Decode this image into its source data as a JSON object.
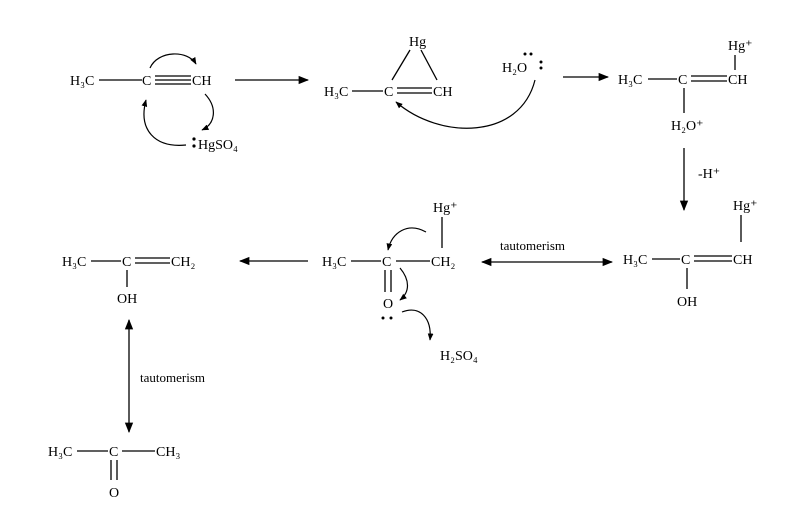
{
  "scheme": {
    "alkyne": {
      "ch3": "H₃C",
      "c": "C",
      "ch": "CH"
    },
    "hgso4": "HgSO₄",
    "cyclic_intermediate": {
      "ch3": "H₃C",
      "c": "C",
      "ch": "CH",
      "hg": "Hg"
    },
    "water": "H₂O",
    "oxonium_adduct": {
      "ch3": "H₃C",
      "c": "C",
      "ch": "CH",
      "hg": "Hg⁺",
      "h2o": "H₂O⁺"
    },
    "deprotonation": "-H⁺",
    "enol_hg": {
      "ch3": "H₃C",
      "c": "C",
      "ch": "CH",
      "hg": "Hg⁺",
      "oh": "OH"
    },
    "tautomerism_1": "tautomerism",
    "keto_hg": {
      "ch3": "H₃C",
      "c": "C",
      "ch2": "CH₂",
      "hg": "Hg⁺",
      "o": "O"
    },
    "byproduct": "H₂SO₄",
    "enol": {
      "ch3": "H₃C",
      "c": "C",
      "ch2": "CH₂",
      "oh": "OH"
    },
    "tautomerism_2": "tautomerism",
    "acetone": {
      "ch3_left": "H₃C",
      "c": "C",
      "ch3_right": "CH₃",
      "o": "O"
    }
  }
}
